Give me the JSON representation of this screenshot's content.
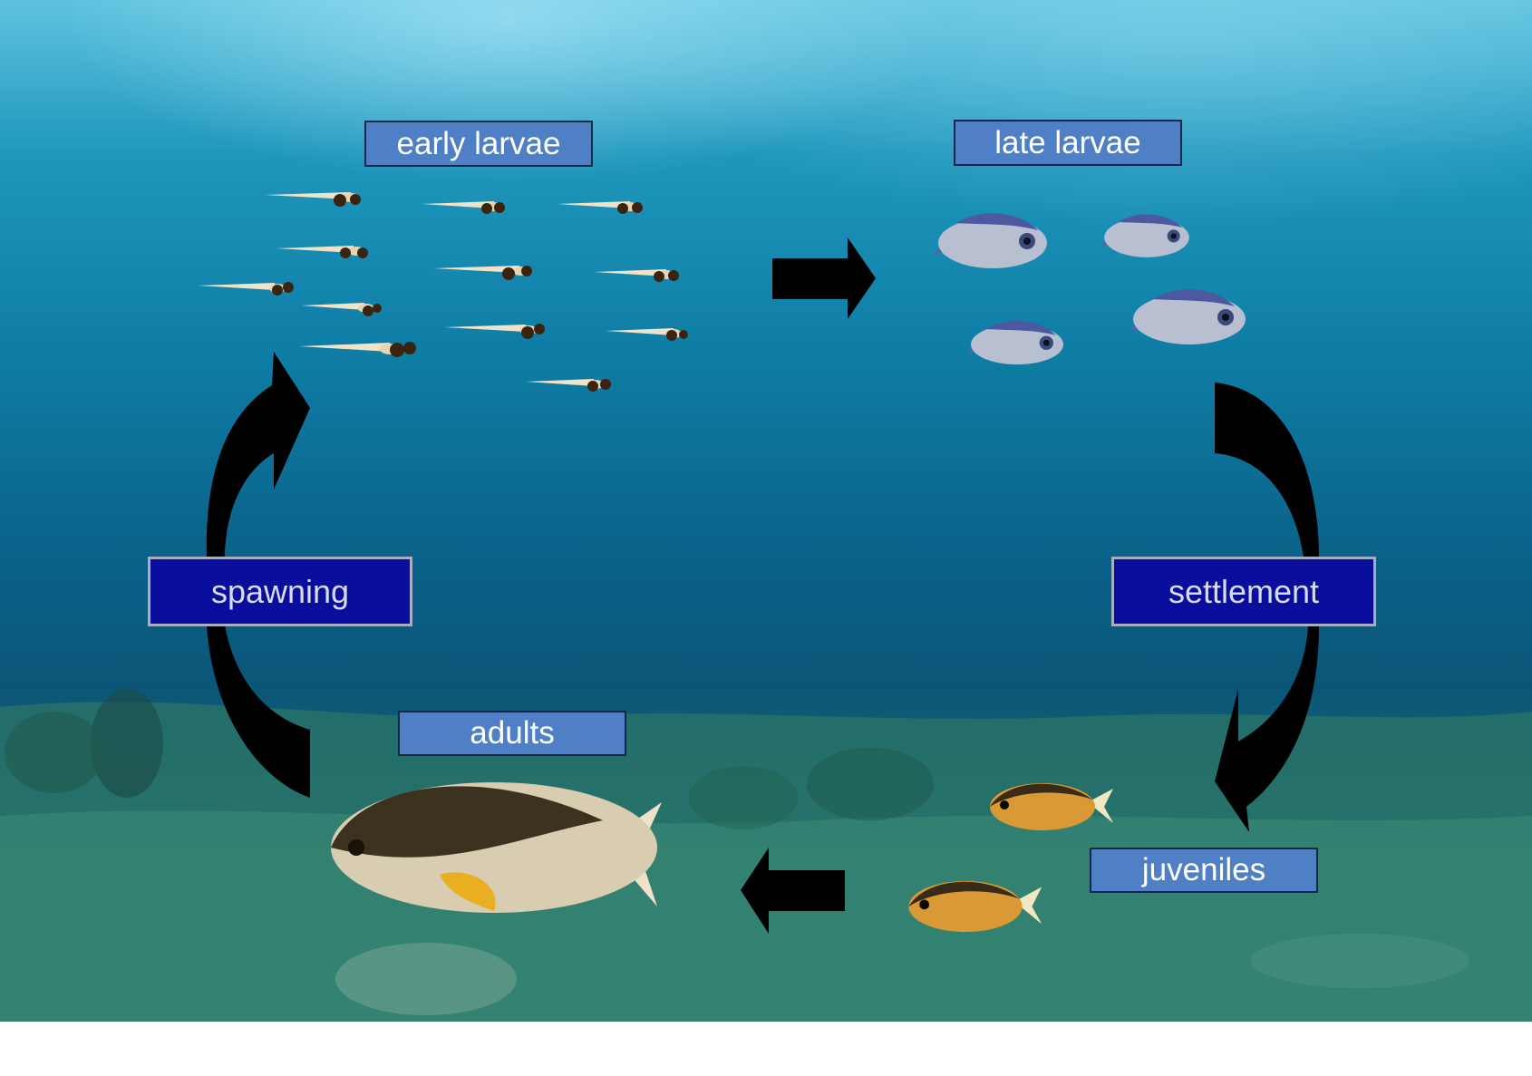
{
  "stages": {
    "early_larvae": "early larvae",
    "late_larvae": "late larvae",
    "spawning": "spawning",
    "settlement": "settlement",
    "adults": "adults",
    "juveniles": "juveniles"
  },
  "colors": {
    "stage_box_light": "#4f7fc4",
    "stage_box_dark": "#0a0e9c",
    "arrow": "#000000",
    "water_top": "#5fc3df",
    "water_bottom": "#2f7f70"
  }
}
